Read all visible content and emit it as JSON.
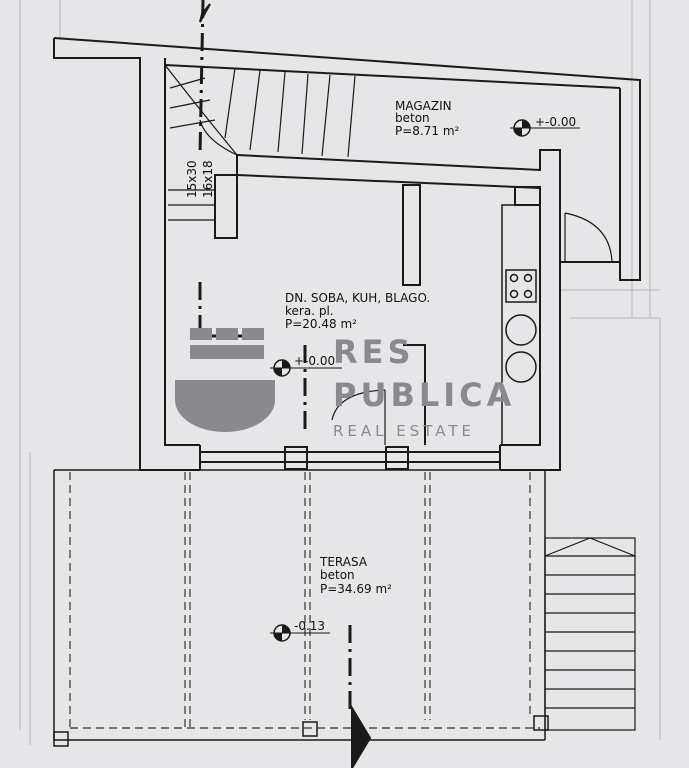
{
  "rooms": {
    "magazin": {
      "name": "MAGAZIN",
      "floor": "beton",
      "area": "P=8.71 m²"
    },
    "dn_soba": {
      "name": "DN. SOBA, KUH, BLAGO.",
      "floor": "kera. pl.",
      "area": "P=20.48 m²"
    },
    "terasa": {
      "name": "TERASA",
      "floor": "beton",
      "area": "P=34.69 m²"
    }
  },
  "levels": {
    "magazin": "+-0.00",
    "dn_soba": "+-0.00",
    "terasa": "-0.13"
  },
  "stairs": {
    "dim1": "15x30",
    "dim2": "16x18"
  },
  "watermark": {
    "line1": "RES",
    "line2": "PUBLICA",
    "line3": "REAL ESTATE"
  },
  "colors": {
    "line": "#1a1a1a",
    "paper": "#e6e6e8",
    "watermark": "#8a8a8e"
  }
}
